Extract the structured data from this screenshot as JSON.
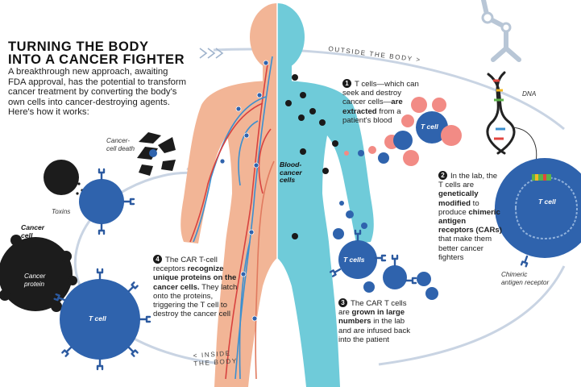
{
  "header": {
    "title_line1": "TURNING THE BODY",
    "title_line2": "INTO A CANCER FIGHTER",
    "intro": "A breakthrough new approach, awaiting FDA approval, has the potential to transform cancer treatment by converting the body's own cells into cancer-destroying agents. Here's how it works:"
  },
  "path_labels": {
    "outside": "OUTSIDE THE BODY >",
    "inside_line1": "< INSIDE",
    "inside_line2": "THE BODY"
  },
  "steps": [
    {
      "num": "1",
      "t1": "T cells—which can seek and destroy cancer cells—",
      "b1": "are extracted",
      "t2": " from a patient's blood"
    },
    {
      "num": "2",
      "t1": "In the lab, the T cells are ",
      "b1": "genetically modified",
      "t2": " to produce ",
      "b2": "chimeric antigen receptors (CARs)",
      "t3": " that make them better cancer fighters"
    },
    {
      "num": "3",
      "t1": "The CAR T cells are ",
      "b1": "grown in large numbers",
      "t2": " in the lab and are infused back into the patient"
    },
    {
      "num": "4",
      "t1": "The CAR T-cell receptors ",
      "b1": "recognize unique proteins on the cancer cells.",
      "t2": " They latch onto the proteins, triggering the T cell to destroy the cancer cell"
    }
  ],
  "labels": {
    "dna": "DNA",
    "t_cell": "T cell",
    "t_cells": "T cells",
    "blood_cancer_cells": "Blood-cancer cells",
    "chimeric_antigen_receptor": "Chimeric antigen receptor",
    "cancer_cell_death": "Cancer-cell death",
    "toxins": "Toxins",
    "cancer_cell": "Cancer cell",
    "cancer_protein": "Cancer protein"
  },
  "colors": {
    "body_skin": "#f2b596",
    "body_blue": "#6fcbd9",
    "cell_blue": "#2f63ad",
    "blood_red": "#f28b85",
    "receptor_blue": "#2c5aa0",
    "dark_cell": "#1c1c1c"
  }
}
